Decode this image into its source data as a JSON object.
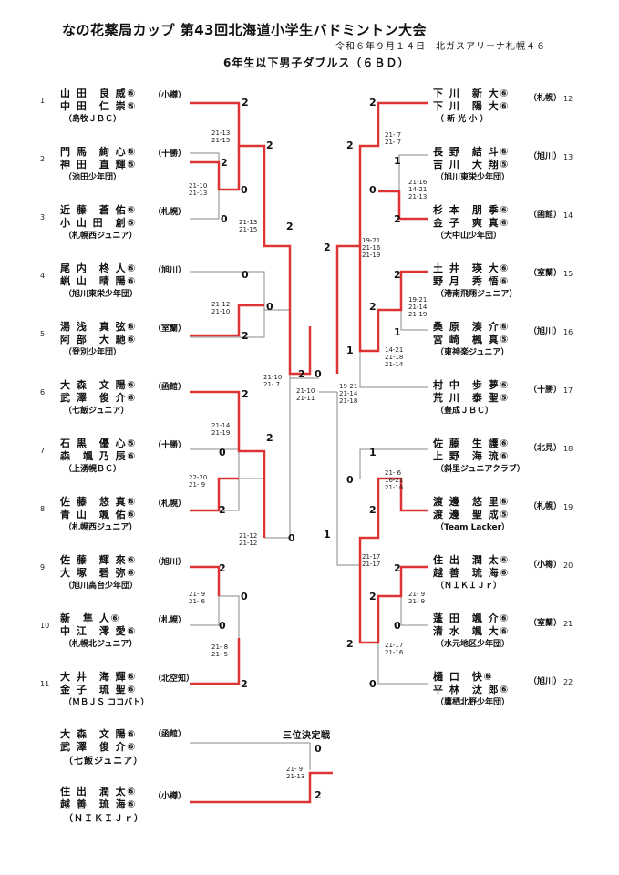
{
  "header": {
    "title": "なの花薬局カップ 第43回北海道小学生バドミントン大会",
    "date_venue": "令和６年９月１４日　北ガスアリーナ札幌４６",
    "event": "6年生以下男子ダブルス（６ＢＤ）"
  },
  "entries": [
    {
      "n": "1",
      "p1": "山 田　良 威⑥",
      "p2": "中 田　仁 崇⑤",
      "team": "（島牧ＪＢＣ）",
      "region": "（小樽）"
    },
    {
      "n": "2",
      "p1": "門 馬　絢 心⑥",
      "p2": "神 田　直 輝⑤",
      "team": "（池田少年団）",
      "region": "（十勝）"
    },
    {
      "n": "3",
      "p1": "近 藤　蒼 佑⑥",
      "p2": "小 山 田　創⑤",
      "team": "（札幌西ジュニア）",
      "region": "（札幌）"
    },
    {
      "n": "4",
      "p1": "尾 内　柊 人⑥",
      "p2": "蝋 山　晴 陽⑥",
      "team": "（旭川東栄少年団）",
      "region": "（旭川）"
    },
    {
      "n": "5",
      "p1": "湯 浅　真 弦⑥",
      "p2": "阿 部　大 馳⑥",
      "team": "（登別少年団）",
      "region": "（室蘭）"
    },
    {
      "n": "6",
      "p1": "大 森　文 陽⑥",
      "p2": "武 澤　俊 介⑥",
      "team": "（七飯ジュニア）",
      "region": "（函館）"
    },
    {
      "n": "7",
      "p1": "石 黒　優 心⑤",
      "p2": "森　颯 乃 辰⑥",
      "team": "（上湧幌ＢＣ）",
      "region": "（十勝）"
    },
    {
      "n": "8",
      "p1": "佐 藤　悠 真⑥",
      "p2": "青 山　颯 佑⑥",
      "team": "（札幌西ジュニア）",
      "region": "（札幌）"
    },
    {
      "n": "9",
      "p1": "佐 藤　輝 來⑥",
      "p2": "大 塚　碧 弥⑥",
      "team": "（旭川高台少年団）",
      "region": "（旭川）"
    },
    {
      "n": "10",
      "p1": "新　隼 人⑥",
      "p2": "中 江　澪 愛⑥",
      "team": "（札幌北ジュニア）",
      "region": "（札幌）"
    },
    {
      "n": "11",
      "p1": "大 井　海 輝⑥",
      "p2": "金 子　琉 聖⑥",
      "team": "（ＭＢＪＳ ココバト）",
      "region": "（北空知）"
    },
    {
      "n": "12",
      "p1": "下 川　新 大⑥",
      "p2": "下 川　陽 大⑥",
      "team": "（ 新 光 小 ）",
      "region": "（札幌）"
    },
    {
      "n": "13",
      "p1": "長 野　結 斗⑥",
      "p2": "吉 川　大 翔⑤",
      "team": "（旭川東栄少年団）",
      "region": "（旭川）"
    },
    {
      "n": "14",
      "p1": "杉 本　朋 季⑥",
      "p2": "金 子　爽 真⑥",
      "team": "（大中山少年団）",
      "region": "（函館）"
    },
    {
      "n": "15",
      "p1": "土 井　瑛 大⑥",
      "p2": "野 月　秀 悟⑥",
      "team": "（港南飛翔ジュニア）",
      "region": "（室蘭）"
    },
    {
      "n": "16",
      "p1": "桑 原　湊 介⑥",
      "p2": "宮 崎　楓 真⑤",
      "team": "（東神楽ジュニア）",
      "region": "（旭川）"
    },
    {
      "n": "17",
      "p1": "村 中　歩 夢⑥",
      "p2": "荒 川　泰 聖⑤",
      "team": "（豊成ＪＢＣ）",
      "region": "（十勝）"
    },
    {
      "n": "18",
      "p1": "佐 藤　生 護⑥",
      "p2": "上 野　海 琉⑥",
      "team": "（斜里ジュニアクラブ）",
      "region": "（北見）"
    },
    {
      "n": "19",
      "p1": "渡 邊　悠 里⑥",
      "p2": "渡 邊　聖 成⑤",
      "team": "（Team Lacker）",
      "region": "（札幌）"
    },
    {
      "n": "20",
      "p1": "住 出　潤 太⑥",
      "p2": "越 善　琉 海⑥",
      "team": "（ＮＩＫＩＪｒ）",
      "region": "（小樽）"
    },
    {
      "n": "21",
      "p1": "蓬 田　颯 介⑥",
      "p2": "清 水　颯 大⑥",
      "team": "（水元地区少年団）",
      "region": "（室蘭）"
    },
    {
      "n": "22",
      "p1": "樋 口　快⑥",
      "p2": "平 林　汰 郎⑥",
      "team": "（鷹栖北野少年団）",
      "region": "（旭川）"
    }
  ],
  "third_place": {
    "label": "三位決定戦",
    "a": {
      "p1": "大 森　文 陽⑥",
      "p2": "武 澤　俊 介⑥",
      "team": "（七飯ジュニア）",
      "region": "（函館）"
    },
    "b": {
      "p1": "住 出　潤 太⑥",
      "p2": "越 善　琉 海⑥",
      "team": "（ＮＩＫＩＪｒ）",
      "region": "（小樽）"
    }
  },
  "scores": {
    "s1": "2",
    "s2": "2",
    "s2b": "0",
    "s3": "0",
    "s12": "2",
    "s4": "0",
    "s5": "2",
    "s45": "0",
    "s6": "2",
    "s7": "0",
    "s8": "2",
    "s78": "2",
    "s9": "2",
    "s10": "0",
    "s11": "2",
    "s910": "0",
    "sA": "2",
    "sB": "0",
    "sC": "2",
    "sD": "0",
    "s12r": "2",
    "s13r": "1",
    "s14r": "2",
    "s1314": "0",
    "s15r": "2",
    "s16r": "1",
    "s17r": "1",
    "s1516": "2",
    "sR1": "2",
    "sR2": "1",
    "s18r": "1",
    "s19r": "2",
    "s20r": "2",
    "s21r": "0",
    "s22r": "0",
    "s1819": "0",
    "s2021": "2",
    "sR3": "1",
    "sR4": "2",
    "sF1": "2",
    "sF2": "0",
    "sT1": "0",
    "sT2": "2"
  },
  "game_scores": {
    "g1": "21-13\n21-15",
    "g2": "21-10\n21-13",
    "g3": "21-13\n21-15",
    "g4": "21-12\n21-10",
    "g5": "21-14\n21-19",
    "g6": "22-20\n21- 9",
    "g7": "21-12\n21-12",
    "g8": "21- 9\n21- 6",
    "g9": "21- 8\n21- 5",
    "g10": "21-10\n21- 7",
    "g11": "21-10\n21-11",
    "g12": "21- 7\n21- 7",
    "g13": "21-16\n14-21\n21-13",
    "g14": "19-21\n21-16\n21-19",
    "g15": "19-21\n21-14\n21-19",
    "g16": "14-21\n21-18\n21-14",
    "g17": "19-21\n21-14\n21-18",
    "g18": "21- 6\n16-21\n21-16",
    "g19": "21-17\n21-17",
    "g20": "21- 9\n21- 9",
    "g21": "21-17\n21-16",
    "g22": "21- 9\n21-13"
  }
}
